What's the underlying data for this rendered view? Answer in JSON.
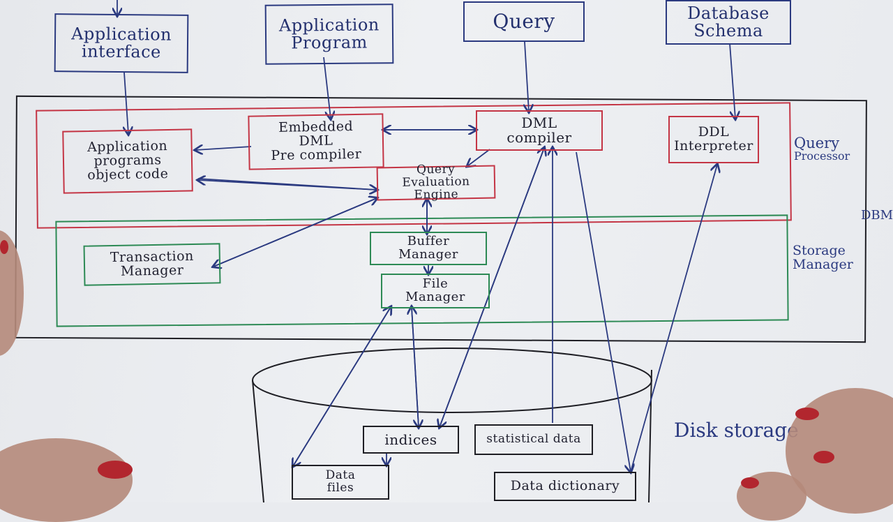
{
  "top_inputs": {
    "app_interface": [
      "Application",
      "interface"
    ],
    "app_program": [
      "Application",
      "Program"
    ],
    "query": [
      "Query"
    ],
    "db_schema": [
      "Database",
      "Schema"
    ]
  },
  "query_processor": {
    "label": [
      "Query",
      "Processor"
    ],
    "app_object_code": [
      "Application",
      "programs",
      "object code"
    ],
    "embedded_dml": [
      "Embedded",
      "DML",
      "Pre compiler"
    ],
    "dml_compiler": [
      "DML",
      "compiler"
    ],
    "ddl_interpreter": [
      "DDL",
      "Interpreter"
    ],
    "query_eval_engine": [
      "Query",
      "Evaluation Engine"
    ]
  },
  "storage_manager": {
    "label": [
      "Storage",
      "Manager"
    ],
    "transaction_manager": [
      "Transaction",
      "Manager"
    ],
    "buffer_manager": [
      "Buffer",
      "Manager"
    ],
    "file_manager": [
      "File",
      "Manager"
    ]
  },
  "dbms_label": "DBMS",
  "disk_storage": {
    "label": "Disk storage",
    "indices": "indices",
    "statistical_data": "statistical data",
    "data_files": [
      "Data",
      "files"
    ],
    "data_dictionary": "Data dictionary"
  },
  "colors": {
    "ink_blue": "#2b3a80",
    "red": "#c43545",
    "green": "#2d8a55",
    "black": "#1e1e24"
  }
}
